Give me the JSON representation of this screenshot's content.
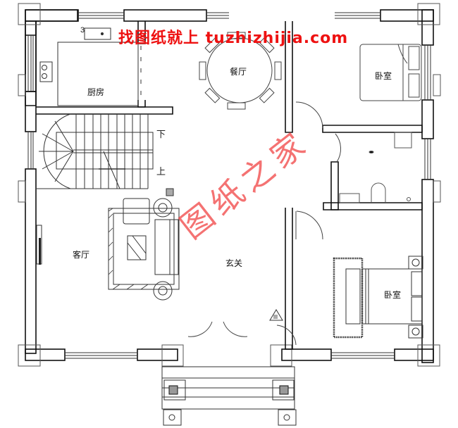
{
  "plan": {
    "rooms": [
      {
        "id": "kitchen",
        "label": "厨房"
      },
      {
        "id": "dining",
        "label": "餐厅"
      },
      {
        "id": "bedroom_north",
        "label": "卧室"
      },
      {
        "id": "living",
        "label": "客厅"
      },
      {
        "id": "foyer",
        "label": "玄关"
      },
      {
        "id": "bedroom_south",
        "label": "卧室"
      }
    ],
    "stairs": {
      "down_label": "下",
      "up_label": "上"
    },
    "sink_dimension": "3"
  },
  "watermarks": {
    "top": "找图纸就上 tuzhizhijia.com",
    "diagonal": "图纸之家",
    "color": "#ee1111"
  },
  "colors": {
    "wall": "#111111",
    "line": "#333333",
    "background": "#ffffff"
  }
}
